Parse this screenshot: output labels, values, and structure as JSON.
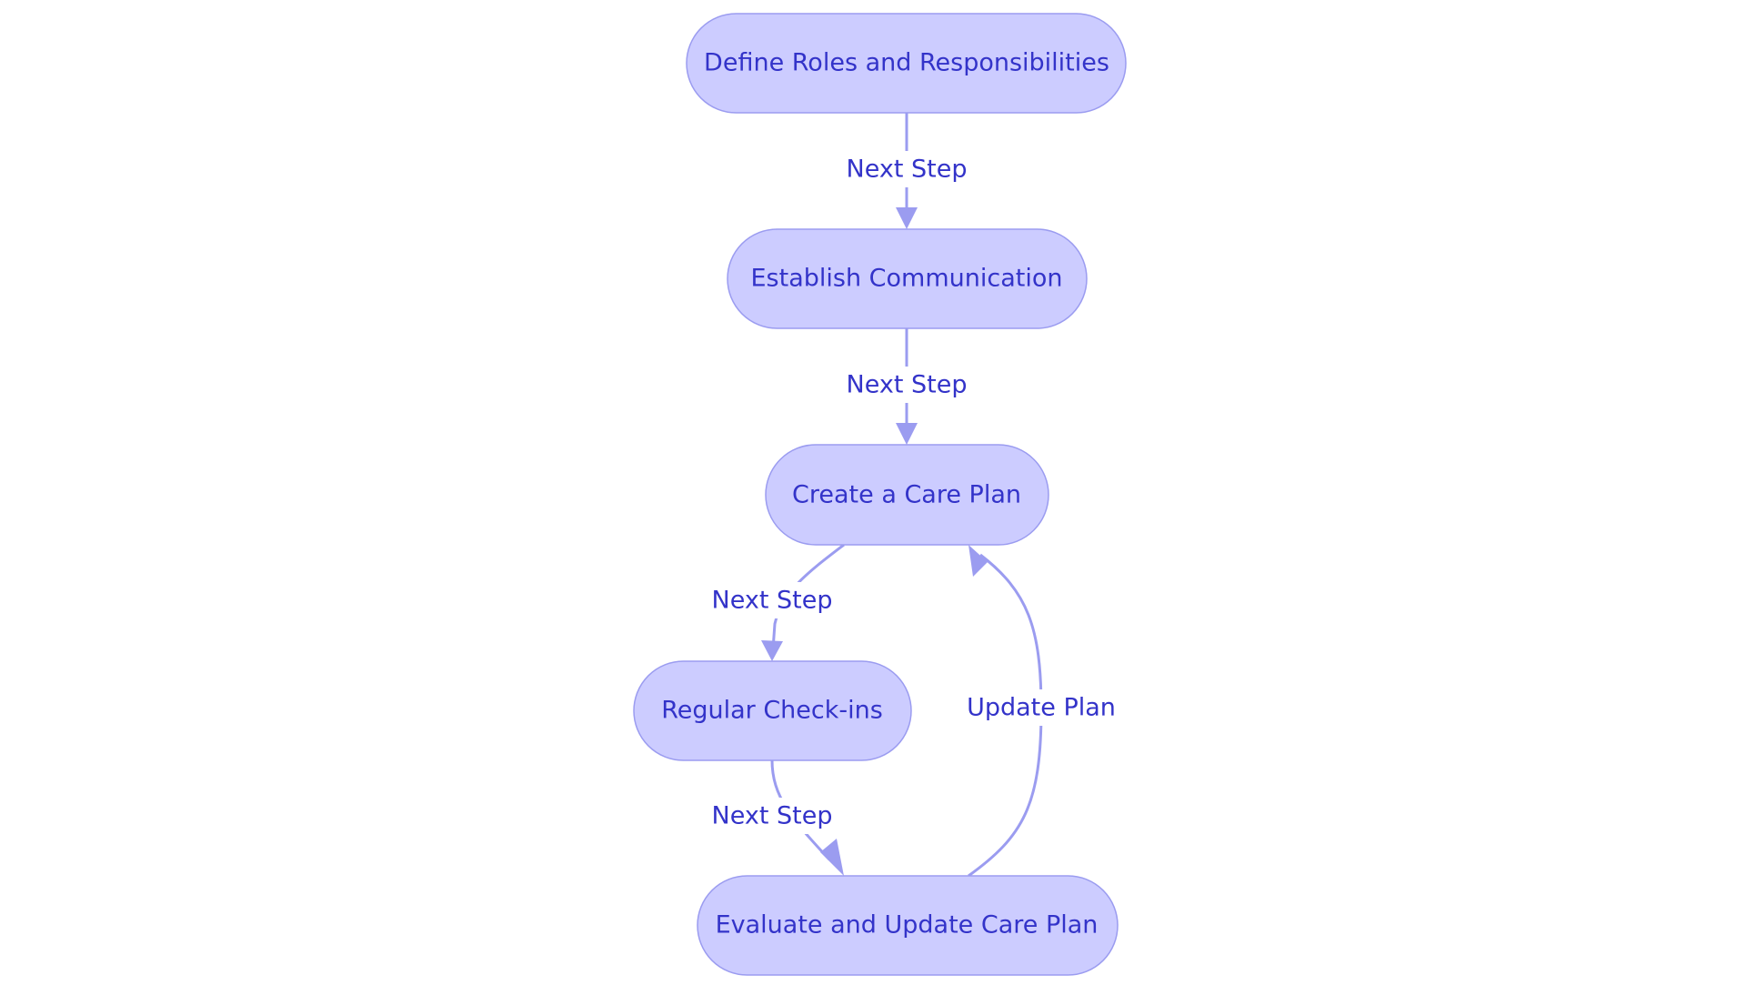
{
  "nodes": [
    {
      "id": "define-roles",
      "label": "Define Roles and Responsibilities"
    },
    {
      "id": "establish-communication",
      "label": "Establish Communication"
    },
    {
      "id": "create-care-plan",
      "label": "Create a Care Plan"
    },
    {
      "id": "regular-check-ins",
      "label": "Regular Check-ins"
    },
    {
      "id": "evaluate-update",
      "label": "Evaluate and Update Care Plan"
    }
  ],
  "edges": [
    {
      "from": "define-roles",
      "to": "establish-communication",
      "label": "Next Step"
    },
    {
      "from": "establish-communication",
      "to": "create-care-plan",
      "label": "Next Step"
    },
    {
      "from": "create-care-plan",
      "to": "regular-check-ins",
      "label": "Next Step"
    },
    {
      "from": "regular-check-ins",
      "to": "evaluate-update",
      "label": "Next Step"
    },
    {
      "from": "evaluate-update",
      "to": "create-care-plan",
      "label": "Update Plan"
    }
  ],
  "colors": {
    "node_fill": "#ccccff",
    "node_stroke": "#9b9cf0",
    "text": "#3333c9",
    "edge": "#9b9cf0"
  }
}
